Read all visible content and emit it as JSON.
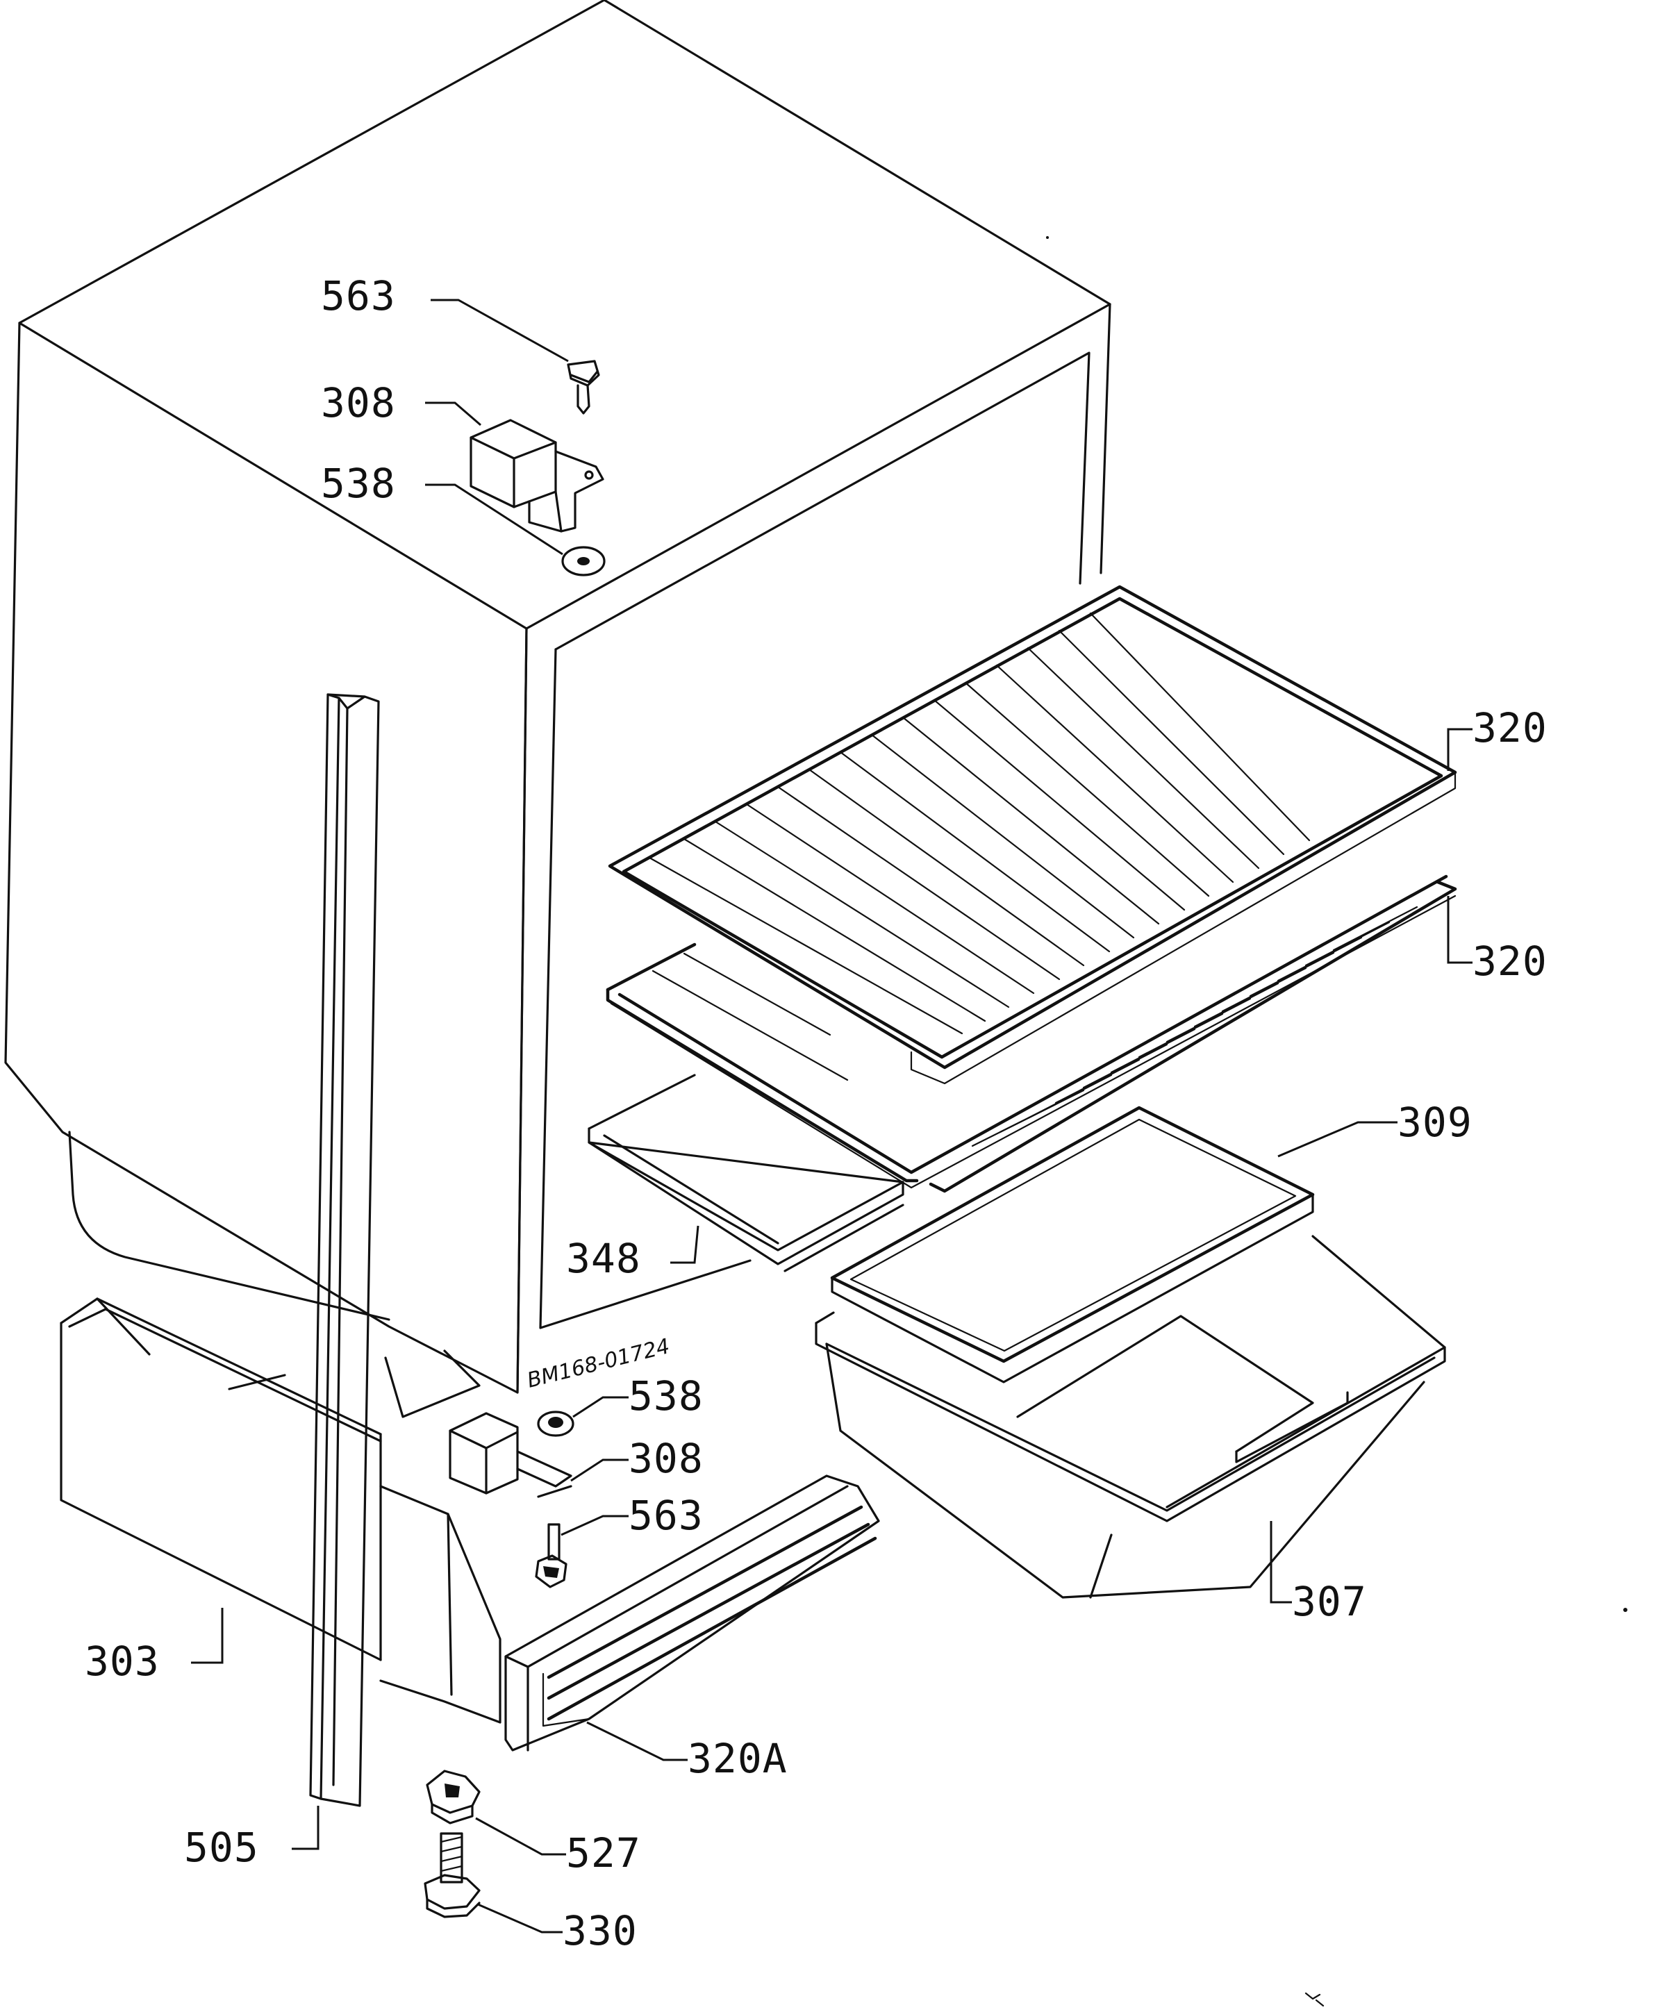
{
  "diagram": {
    "drawing_reference": "BM168-01724",
    "callouts": [
      {
        "id": "c563a",
        "number": "563"
      },
      {
        "id": "c308a",
        "number": "308"
      },
      {
        "id": "c538a",
        "number": "538"
      },
      {
        "id": "c320a",
        "number": "320"
      },
      {
        "id": "c320b",
        "number": "320"
      },
      {
        "id": "c309",
        "number": "309"
      },
      {
        "id": "c348",
        "number": "348"
      },
      {
        "id": "c538b",
        "number": "538"
      },
      {
        "id": "c308b",
        "number": "308"
      },
      {
        "id": "c563b",
        "number": "563"
      },
      {
        "id": "c307",
        "number": "307"
      },
      {
        "id": "c303",
        "number": "303"
      },
      {
        "id": "c320A",
        "number": "320A"
      },
      {
        "id": "c505",
        "number": "505"
      },
      {
        "id": "c527",
        "number": "527"
      },
      {
        "id": "c330",
        "number": "330"
      }
    ]
  }
}
